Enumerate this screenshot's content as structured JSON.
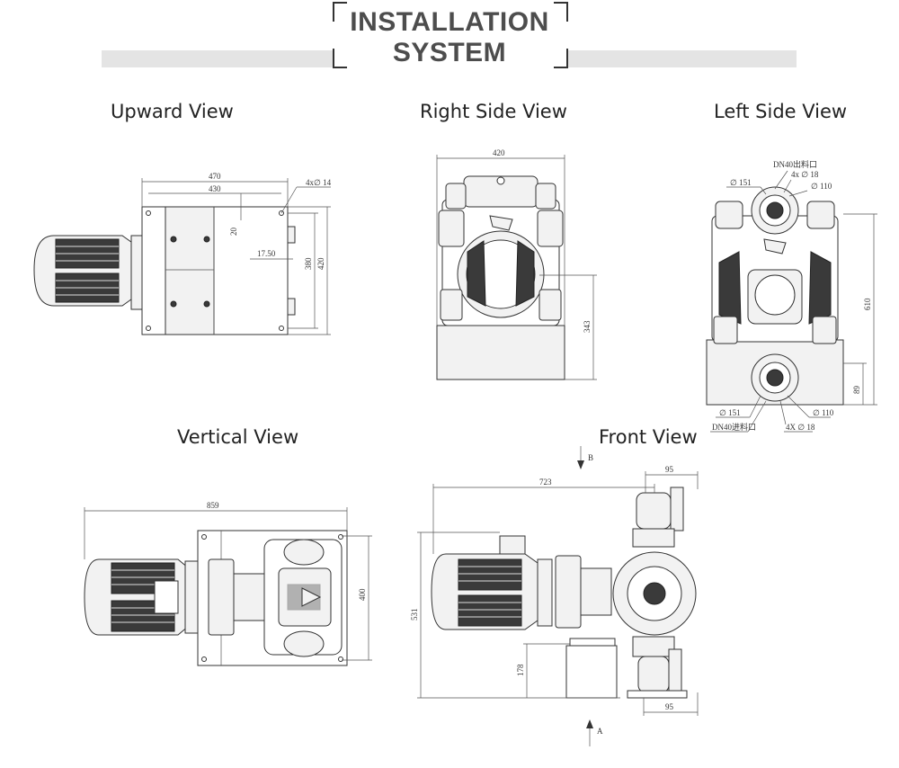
{
  "header": {
    "title_line1": "INSTALLATION",
    "title_line2": "SYSTEM"
  },
  "views": {
    "upward": {
      "label": "Upward View",
      "dims": {
        "total_width": "470",
        "inner_width": "430",
        "bolts": "4x∅ 14",
        "offset": "20",
        "spacing": "17.50",
        "height_inner": "380",
        "height_outer": "420"
      }
    },
    "right_side": {
      "label": "Right Side View",
      "dims": {
        "width": "420",
        "height": "343"
      }
    },
    "left_side": {
      "label": "Left Side View",
      "dims": {
        "outlet_label": "DN40出料口",
        "top_bolts": "4x ∅ 18",
        "top_flange": "∅ 151",
        "top_pcd": "∅ 110",
        "height": "610",
        "base_height": "89",
        "bottom_flange": "∅ 151",
        "bottom_pcd": "∅ 110",
        "inlet_label": "DN40进料口",
        "bottom_bolts": "4X ∅ 18"
      }
    },
    "vertical": {
      "label": "Vertical View",
      "dims": {
        "length": "859",
        "width": "400"
      }
    },
    "front": {
      "label": "Front View",
      "dims": {
        "length": "723",
        "top_offset": "95",
        "height": "531",
        "base_height": "178",
        "bottom_offset": "95",
        "arrow_top": "B",
        "arrow_bottom": "A"
      }
    }
  },
  "colors": {
    "line": "#333333",
    "band": "#e4e4e4",
    "title": "#4d4d4d",
    "motor_dark": "#3a3a3a"
  }
}
